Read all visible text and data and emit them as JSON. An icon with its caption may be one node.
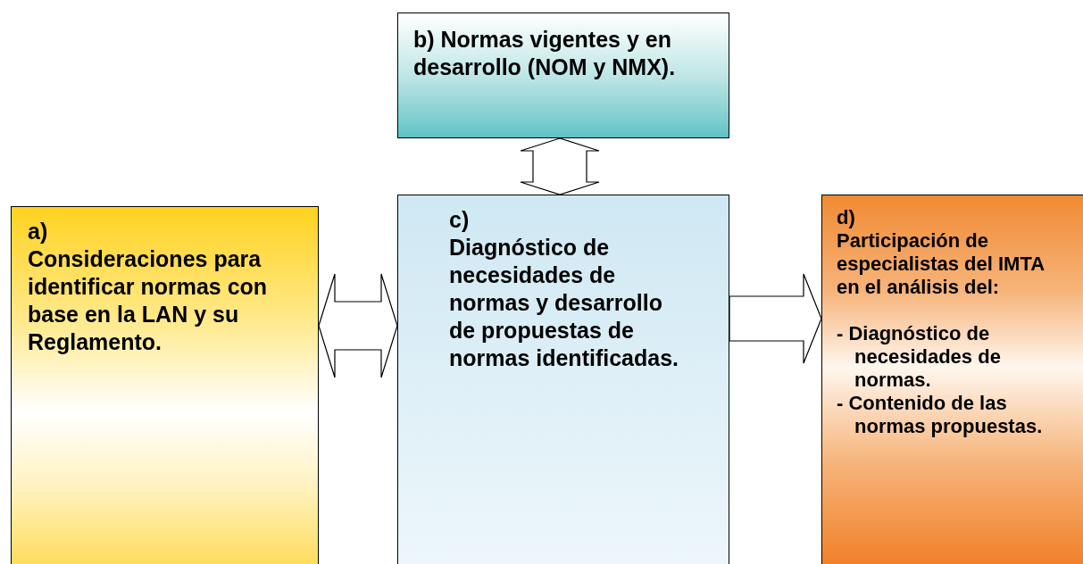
{
  "diagram": {
    "nodes": [
      {
        "text": [
          "b) Normas vigentes y en desarrollo (NOM y NMX)."
        ]
      },
      {
        "text": [
          "a)",
          "Consideraciones para identificar normas con base en la LAN y su Reglamento."
        ]
      },
      {
        "text": [
          "c)",
          "Diagnóstico de necesidades de normas y desarrollo de propuestas de normas identificadas."
        ]
      },
      {
        "text": [
          "d)",
          "Participación de especialistas del IMTA en el análisis del:",
          "- Diagnóstico de necesidades de normas.",
          "- Contenido de las normas propuestas."
        ]
      }
    ],
    "edges": [
      {
        "from": 0,
        "to": 2,
        "arrow": "both"
      },
      {
        "from": 1,
        "to": 2,
        "arrow": "both"
      },
      {
        "from": 2,
        "to": 3,
        "arrow": "to"
      }
    ]
  }
}
